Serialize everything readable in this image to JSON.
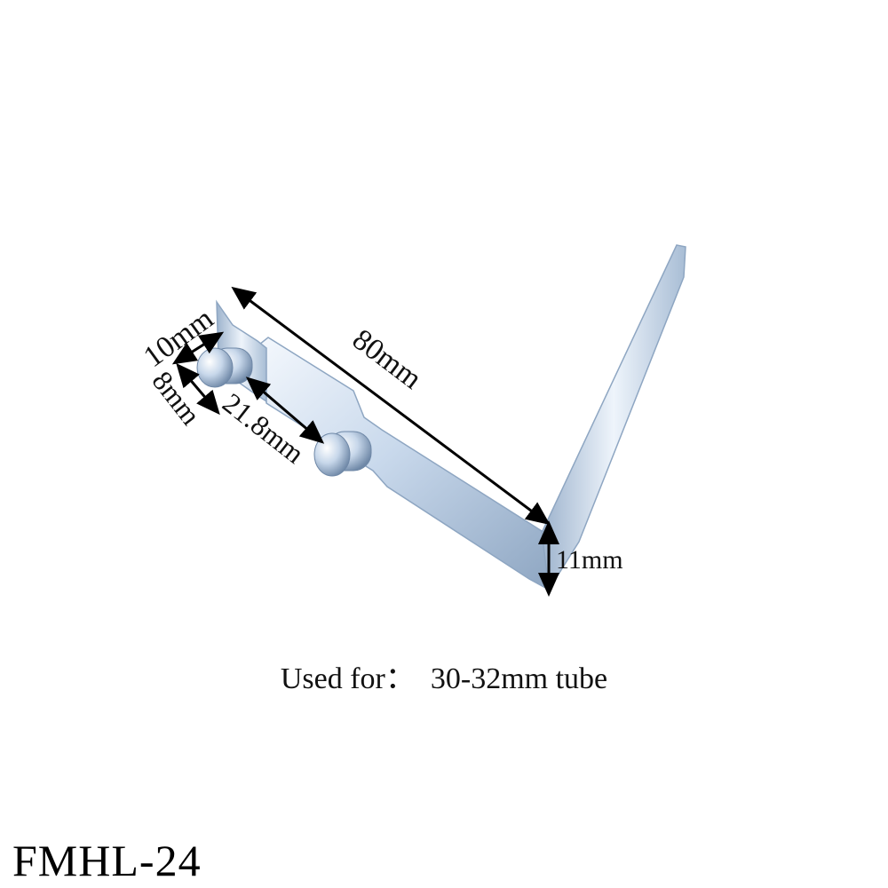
{
  "dimensions": {
    "length": "80mm",
    "head_width": "10mm",
    "head_height": "8mm",
    "pin_spacing": "21.8mm",
    "bend_height": "11mm"
  },
  "usage": {
    "label": "Used for：",
    "value": "30-32mm tube"
  },
  "model": "FMHL-24",
  "colors": {
    "metal_light": "#e8f0fa",
    "metal_mid": "#bcd0e6",
    "metal_dark": "#7f99b8",
    "arrow": "#000000"
  }
}
